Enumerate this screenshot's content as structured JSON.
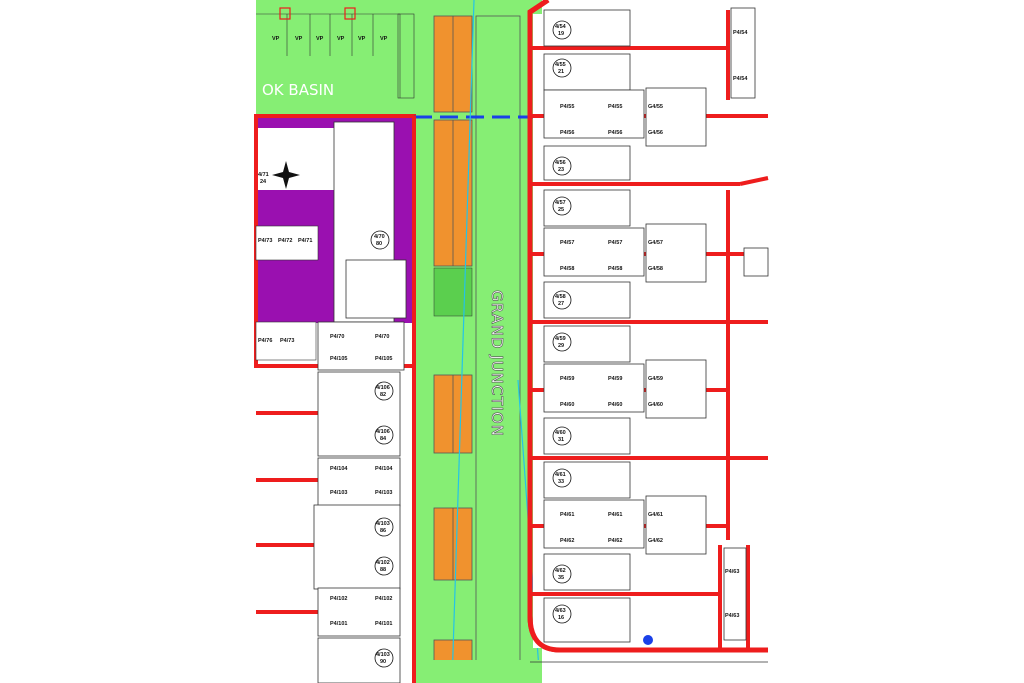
{
  "colors": {
    "background": "#ffffff",
    "green_space": "#86ee74",
    "boundary_red": "#ee1d1d",
    "purple_zone": "#9a10b0",
    "orange_strip": "#f0922e",
    "blue_line": "#1a40e8",
    "cyan_line": "#24c4e6"
  },
  "labels": {
    "basin": "OK BASIN",
    "road": "GRAND JUNCTION",
    "vp": "VP"
  },
  "plots_right": [
    {
      "id": "r1",
      "top": "4/54",
      "bottom": "19"
    },
    {
      "id": "r2",
      "top": "4/55",
      "bottom": "21"
    },
    {
      "id": "r3",
      "top": "4/56",
      "bottom": "23"
    },
    {
      "id": "r4",
      "top": "4/57",
      "bottom": "25"
    },
    {
      "id": "r5",
      "top": "4/58",
      "bottom": "27"
    },
    {
      "id": "r6",
      "top": "4/59",
      "bottom": "29"
    },
    {
      "id": "r7",
      "top": "4/60",
      "bottom": "31"
    },
    {
      "id": "r8",
      "top": "4/61",
      "bottom": "33"
    },
    {
      "id": "r9",
      "top": "4/62",
      "bottom": "35"
    },
    {
      "id": "r10",
      "top": "4/63",
      "bottom": "16"
    }
  ],
  "parking_right": [
    [
      "P4/55",
      "P4/55",
      "G4/55"
    ],
    [
      "P4/56",
      "P4/56",
      "G4/56"
    ],
    [
      "P4/57",
      "P4/57",
      "G4/57"
    ],
    [
      "P4/58",
      "P4/58",
      "G4/58"
    ],
    [
      "P4/59",
      "P4/59",
      "G4/59"
    ],
    [
      "P4/60",
      "P4/60",
      "G4/60"
    ],
    [
      "P4/61",
      "P4/61",
      "G4/61"
    ],
    [
      "P4/62",
      "P4/62",
      "G4/62"
    ]
  ],
  "edge_right": [
    "P4/54",
    "P4/54",
    "P4/63",
    "P4/63"
  ],
  "plots_left": [
    {
      "id": "l1",
      "top": "4/70",
      "bottom": "80"
    },
    {
      "id": "l2",
      "top": "4/106",
      "bottom": "82"
    },
    {
      "id": "l3",
      "top": "4/106",
      "bottom": "84"
    },
    {
      "id": "l4",
      "top": "4/103",
      "bottom": "86"
    },
    {
      "id": "l5",
      "top": "4/102",
      "bottom": "88"
    },
    {
      "id": "l6",
      "top": "4/103",
      "bottom": "90"
    }
  ],
  "parking_left": [
    [
      "P4/70",
      "P4/70"
    ],
    [
      "P4/105",
      "P4/105"
    ],
    [
      "P4/104",
      "P4/104"
    ],
    [
      "P4/103",
      "P4/103"
    ],
    [
      "P4/102",
      "P4/102"
    ],
    [
      "P4/101",
      "P4/101"
    ]
  ],
  "parking_purple": [
    "P4/73",
    "P4/72",
    "P4/71",
    "P4/76",
    "P4/73"
  ],
  "small_labels": [
    "4/71",
    "24"
  ]
}
